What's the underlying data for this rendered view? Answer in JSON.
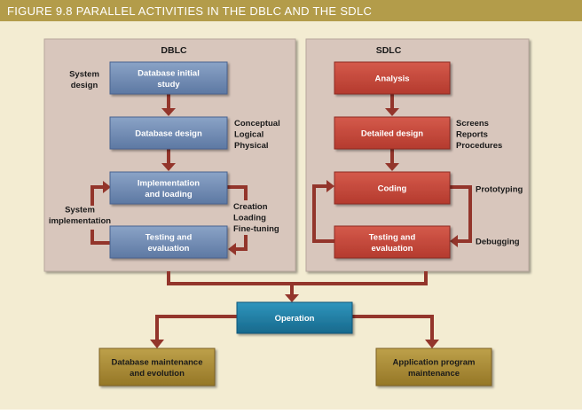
{
  "figure": {
    "title": "FIGURE 9.8  PARALLEL ACTIVITIES IN THE DBLC AND THE SDLC"
  },
  "colors": {
    "title_bar": "#b39c4a",
    "background": "#f3ecd2",
    "panel": "#d8c6bc",
    "dblc_box": "#6f8ab2",
    "sdlc_box": "#c4473a",
    "operation_box": "#1f7fa6",
    "maintenance_box": "#a88a2e",
    "arrow": "#93352b"
  },
  "dblc": {
    "header": "DBLC",
    "boxes": {
      "initial_study": [
        "Database initial",
        "study"
      ],
      "design": [
        "Database design"
      ],
      "implementation": [
        "Implementation",
        "and loading"
      ],
      "testing": [
        "Testing and",
        "evaluation"
      ]
    },
    "labels": {
      "system_design": [
        "System",
        "design"
      ],
      "design_levels": [
        "Conceptual",
        "Logical",
        "Physical"
      ],
      "system_implementation": [
        "System",
        "implementation"
      ],
      "loading_steps": [
        "Creation",
        "Loading",
        "Fine-tuning"
      ]
    }
  },
  "sdlc": {
    "header": "SDLC",
    "boxes": {
      "analysis": [
        "Analysis"
      ],
      "detailed_design": [
        "Detailed design"
      ],
      "coding": [
        "Coding"
      ],
      "testing": [
        "Testing and",
        "evaluation"
      ]
    },
    "labels": {
      "design_outputs": [
        "Screens",
        "Reports",
        "Procedures"
      ],
      "prototyping": [
        "Prototyping"
      ],
      "debugging": [
        "Debugging"
      ]
    }
  },
  "operation": {
    "label": "Operation"
  },
  "maintenance": {
    "database": [
      "Database maintenance",
      "and evolution"
    ],
    "application": [
      "Application program",
      "maintenance"
    ]
  }
}
